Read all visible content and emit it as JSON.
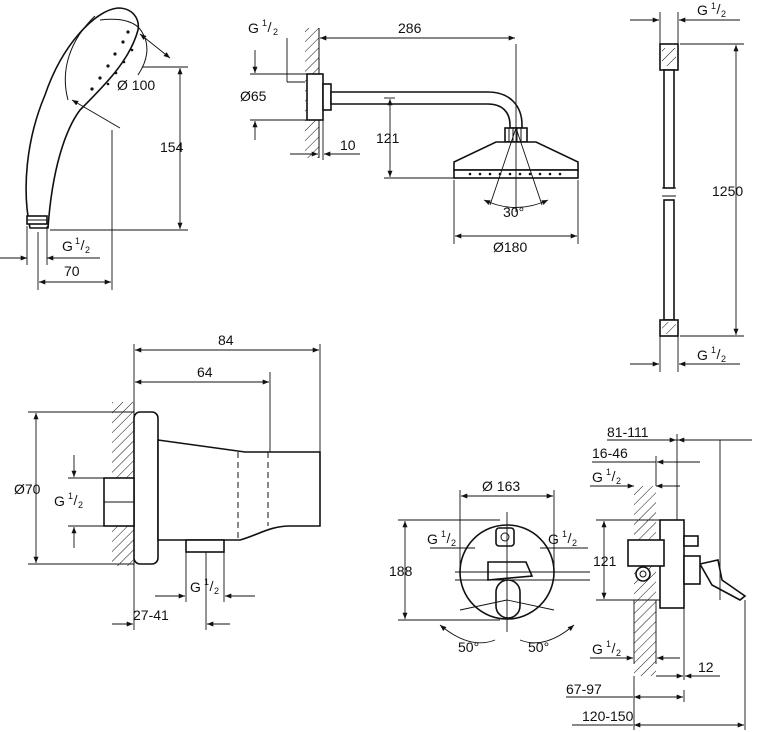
{
  "hand_shower": {
    "d_100": "Ø 100",
    "h_154": "154",
    "w_70": "70",
    "thread_g": "G",
    "thread_num": "1",
    "thread_den": "2"
  },
  "shower_arm": {
    "thread_g": "G",
    "thread_num": "1",
    "thread_den": "2",
    "len_286": "286",
    "d_65": "Ø65",
    "drop_121": "121",
    "wall_10": "10",
    "angle_30": "30°",
    "head_d180": "Ø180"
  },
  "hose": {
    "top_g": "G",
    "top_num": "1",
    "top_den": "2",
    "len_1250": "1250",
    "bot_g": "G",
    "bot_num": "1",
    "bot_den": "2"
  },
  "wall_union": {
    "w_84": "84",
    "w_64": "64",
    "d_70": "Ø70",
    "in_g": "G",
    "in_num": "1",
    "in_den": "2",
    "out_g": "G",
    "out_num": "1",
    "out_den": "2",
    "depth": "27-41"
  },
  "mixer_front": {
    "d_163": "Ø 163",
    "h_188": "188",
    "h_121": "121",
    "left_g": "G",
    "left_num": "1",
    "left_den": "2",
    "right_g": "G",
    "right_num": "1",
    "right_den": "2",
    "angle_left": "50°",
    "angle_right": "50°"
  },
  "mixer_side": {
    "d_81_111": "81-111",
    "d_16_46": "16-46",
    "top_g": "G",
    "top_num": "1",
    "top_den": "2",
    "bot_g": "G",
    "bot_num": "1",
    "bot_den": "2",
    "d_12": "12",
    "d_67_97": "67-97",
    "d_120_150": "120-150"
  }
}
